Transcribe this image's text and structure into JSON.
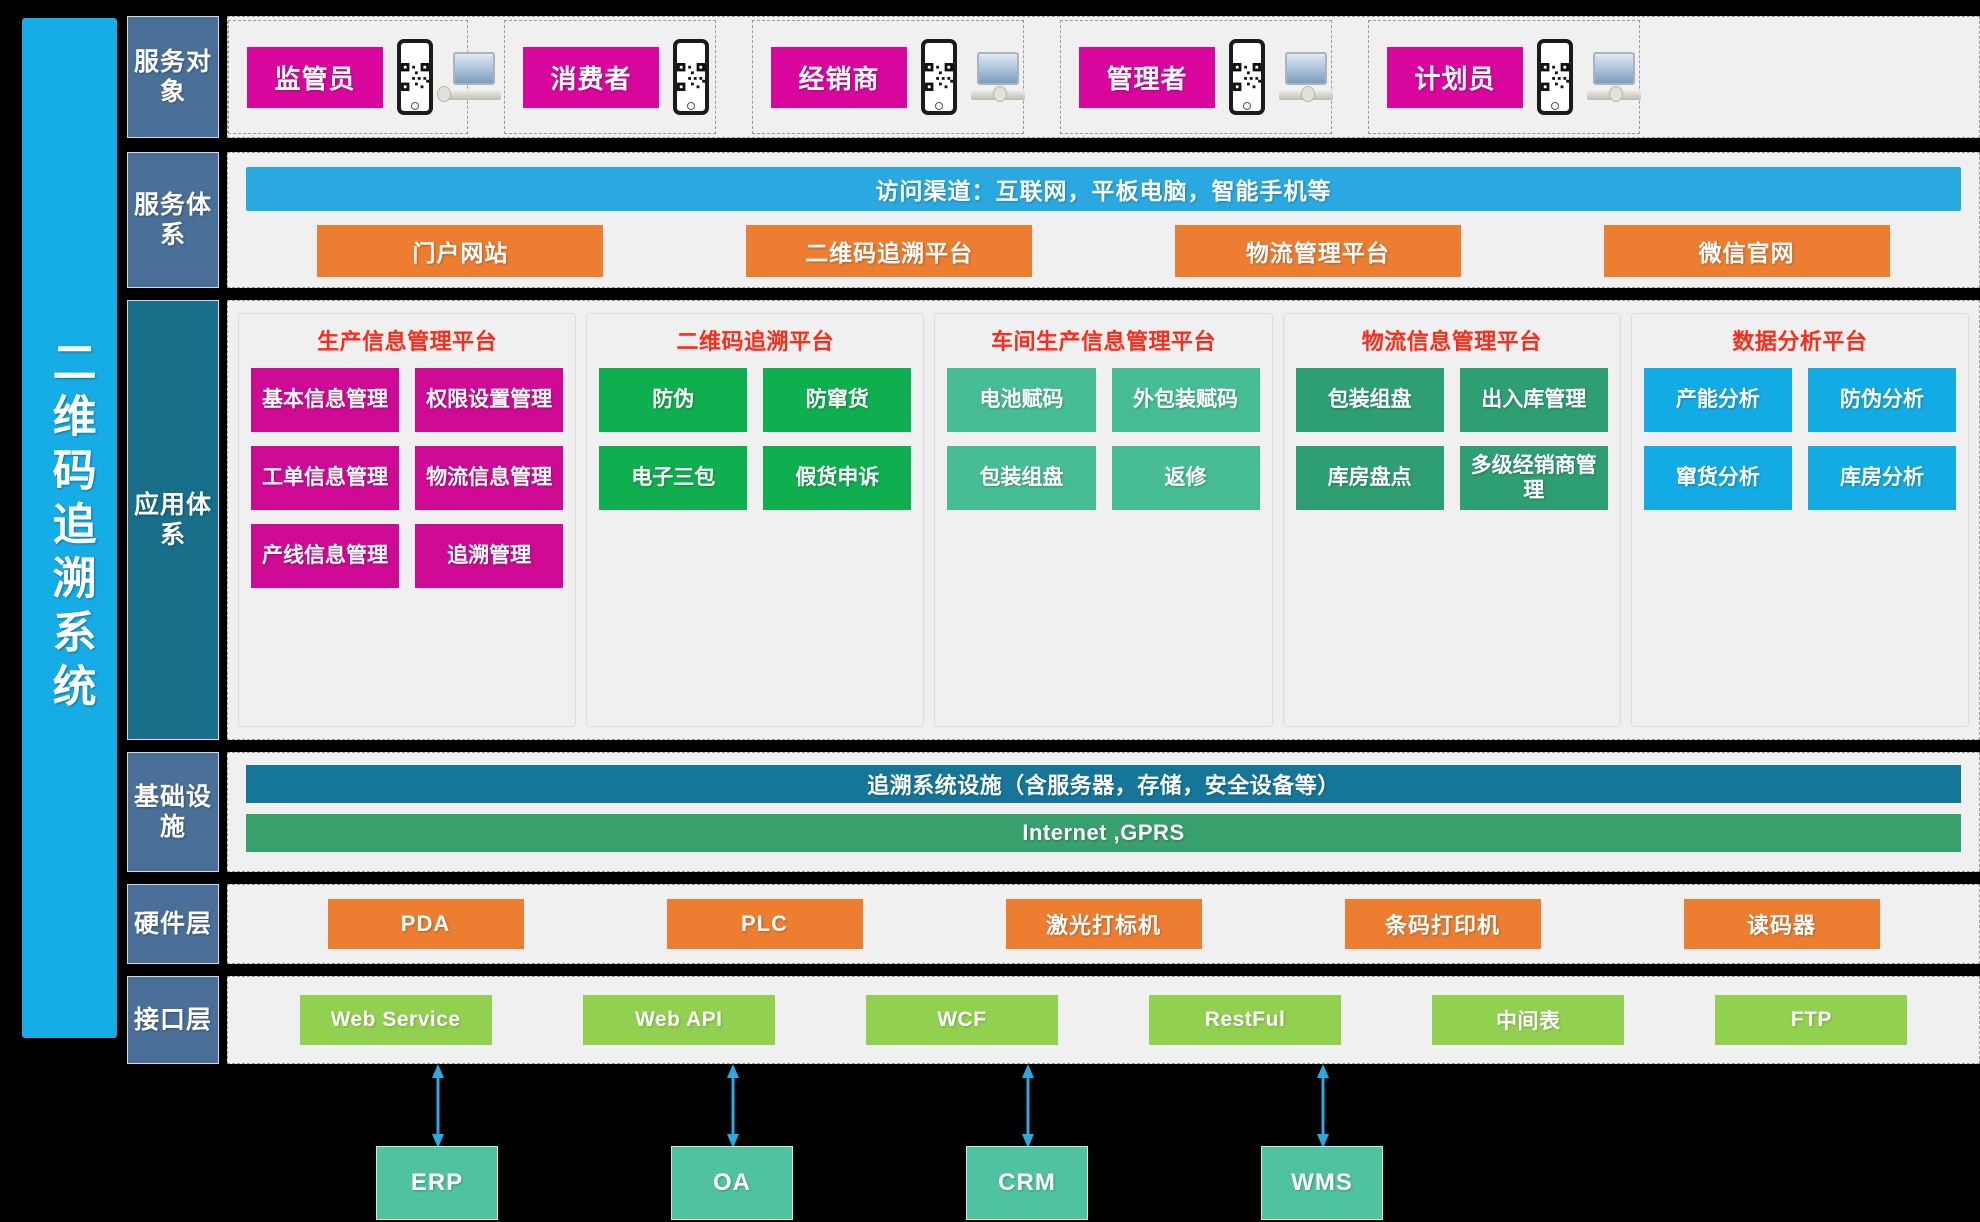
{
  "title_vertical": "二维码追溯系统",
  "rows": {
    "objects": {
      "label": "服务对象",
      "cards": [
        {
          "tag": "监管员",
          "devices": [
            "phone-qr-icon",
            "laptop-icon"
          ]
        },
        {
          "tag": "消费者",
          "devices": [
            "phone-qr-icon"
          ]
        },
        {
          "tag": "经销商",
          "devices": [
            "phone-qr-icon",
            "laptop-icon"
          ]
        },
        {
          "tag": "管理者",
          "devices": [
            "phone-qr-icon",
            "laptop-icon"
          ]
        },
        {
          "tag": "计划员",
          "devices": [
            "phone-qr-icon",
            "laptop-icon"
          ]
        }
      ]
    },
    "service": {
      "label": "服务体系",
      "channel_bar": "访问渠道：互联网，平板电脑，智能手机等",
      "platforms": [
        "门户网站",
        "二维码追溯平台",
        "物流管理平台",
        "微信官网"
      ]
    },
    "application": {
      "label": "应用体系",
      "columns": [
        {
          "title": "生产信息管理平台",
          "color": "magenta",
          "tiles": [
            "基本信息管理",
            "权限设置管理",
            "工单信息管理",
            "物流信息管理",
            "产线信息管理",
            "追溯管理"
          ]
        },
        {
          "title": "二维码追溯平台",
          "color": "green",
          "tiles": [
            "防伪",
            "防窜货",
            "电子三包",
            "假货申诉"
          ]
        },
        {
          "title": "车间生产信息管理平台",
          "color": "seagreen",
          "tiles": [
            "电池赋码",
            "外包装赋码",
            "包装组盘",
            "返修"
          ]
        },
        {
          "title": "物流信息管理平台",
          "color": "darkgreen",
          "tiles": [
            "包装组盘",
            "出入库管理",
            "库房盘点",
            "多级经销商管理"
          ]
        },
        {
          "title": "数据分析平台",
          "color": "blue",
          "tiles": [
            "产能分析",
            "防伪分析",
            "窜货分析",
            "库房分析"
          ]
        }
      ]
    },
    "infrastructure": {
      "label": "基础设施",
      "bars": [
        "追溯系统设施（含服务器，存储，安全设备等）",
        "Internet ,GPRS"
      ]
    },
    "hardware": {
      "label": "硬件层",
      "items": [
        "PDA",
        "PLC",
        "激光打标机",
        "条码打印机",
        "读码器"
      ]
    },
    "interface": {
      "label": "接口层",
      "items": [
        "Web Service",
        "Web API",
        "WCF",
        "RestFul",
        "中间表",
        "FTP"
      ]
    }
  },
  "externals": {
    "items": [
      "ERP",
      "OA",
      "CRM",
      "WMS"
    ],
    "connector": "double-arrow-icon"
  },
  "colors": {
    "brand_blue": "#16ADE6",
    "row_label_blue": "#4A7099",
    "row_label_teal": "#176F8A",
    "channel_blue": "#29A9DF",
    "orange": "#ED7D31",
    "magenta": "#CF0A94",
    "tag_magenta": "#D9069D",
    "green": "#0FAE4E",
    "seagreen": "#46BD95",
    "darkgreen": "#2E9E73",
    "blue_tile": "#12ABE3",
    "infra_dark": "#15769A",
    "infra_green": "#37A06C",
    "interface_green": "#92D050",
    "external_teal": "#4FC3A1",
    "title_red": "#FF2A17",
    "arrow_blue": "#29A9DF",
    "panel_bg": "#F0F0F0"
  }
}
